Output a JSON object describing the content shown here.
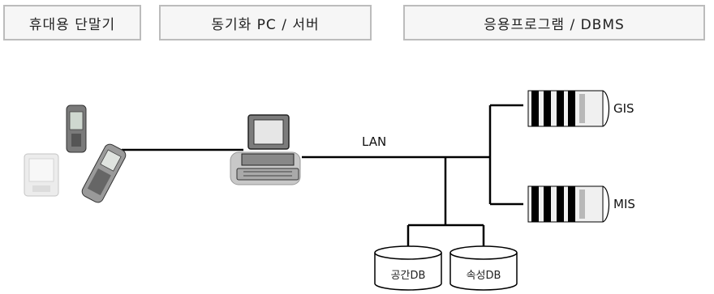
{
  "headers": {
    "mobile": "휴대용 단말기",
    "sync": "동기화 PC / 서버",
    "app": "응용프로그램 / DBMS"
  },
  "labels": {
    "lan": "LAN",
    "gis": "GIS",
    "mis": "MIS",
    "spatial_db": "공간DB",
    "attribute_db": "속성DB"
  },
  "icons": [
    "mobile-phone-icon",
    "pda-icon",
    "desktop-pc-icon",
    "server-rack-icon",
    "database-cylinder-icon"
  ]
}
